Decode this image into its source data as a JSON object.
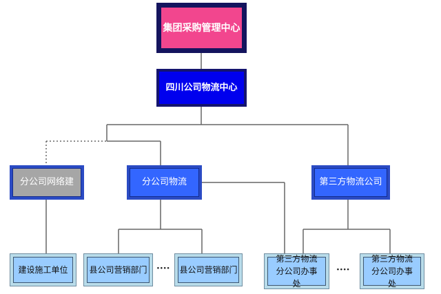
{
  "nodes": {
    "root": "集团采购管理中心",
    "sichuan": "四川公司物流中心",
    "branch_network": "分公司网络建",
    "branch_logistics": "分公司物流",
    "third_party": "第三方物流公司",
    "construction": "建设施工单位",
    "county_a": "县公司营销部门",
    "county_b": "县公司营销部门",
    "tp_office_a": "第三方物流分公司办事处",
    "tp_office_b": "第三方物流分公司办事处"
  },
  "ellipsis": "····",
  "colors": {
    "root": "#f2468e",
    "sichuan": "#0000ee",
    "mid": "#3366ff",
    "gray": "#a6a6a6",
    "leaf": "#99ccff"
  }
}
